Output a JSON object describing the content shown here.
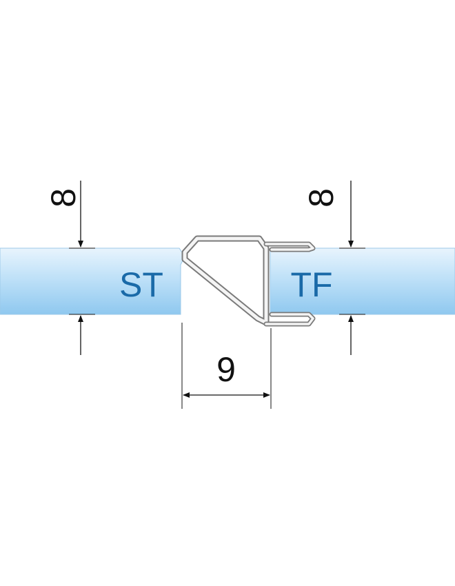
{
  "colors": {
    "panel_top": "#e8f4fd",
    "panel_mid": "#bfe1f8",
    "panel_bottom": "#8fc8ef",
    "label_color": "#1a6aa8",
    "profile_stroke": "#7a7a7a",
    "profile_fill": "#f4f4f4",
    "line_color": "#111111"
  },
  "dimensions": {
    "left_thickness": "8",
    "right_thickness": "8",
    "profile_width": "9"
  },
  "panels": {
    "left_label": "ST",
    "right_label": "TF"
  }
}
